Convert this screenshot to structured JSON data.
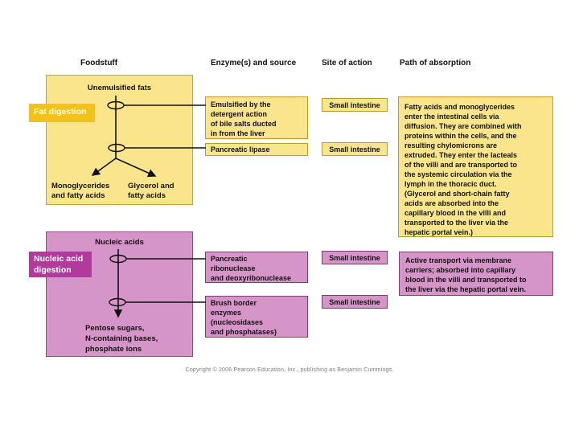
{
  "headers": {
    "foodstuff": "Foodstuff",
    "enzymes": "Enzyme(s) and source",
    "site": "Site of action",
    "path": "Path of absorption"
  },
  "fat_section": {
    "label": "Fat digestion",
    "substrate": "Unemulsified fats",
    "product_left": "Monoglycerides\nand fatty acids",
    "product_right": "Glycerol and\nfatty acids",
    "enzyme1": "Emulsified by the\ndetergent action\nof bile salts ducted\nin from the liver",
    "enzyme2": "Pancreatic lipase",
    "site1": "Small intestine",
    "site2": "Small intestine",
    "absorption": "Fatty acids and monoglycerides\nenter the intestinal cells via\ndiffusion. They are combined with\nproteins within the cells, and the\nresulting chylomicrons are\nextruded. They enter the lacteals\nof the villi and are transported to\nthe systemic circulation via the\nlymph in the thoracic duct.\n(Glycerol and short-chain fatty\nacids are absorbed into the\ncapillary blood in the villi and\ntransported to the liver via the\nhepatic portal vein.)"
  },
  "nucleic_section": {
    "label": "Nucleic acid\ndigestion",
    "substrate": "Nucleic acids",
    "products": "Pentose sugars,\nN-containing bases,\nphosphate ions",
    "enzyme1": "Pancreatic\nribonuclease\nand deoxyribonuclease",
    "enzyme2": "Brush border\nenzymes\n(nucleosidases\nand phosphatases)",
    "site1": "Small intestine",
    "site2": "Small intestine",
    "absorption": "Active transport via membrane\ncarriers; absorbed into capillary\nblood in the villi and transported to\nthe liver via the hepatic portal vein."
  },
  "footer": {
    "copyright": "Copyright © 2006 Pearson Education, Inc., publishing as Benjamin Cummings."
  },
  "colors": {
    "yellow_fill": "#FAE58C",
    "yellow_border": "#CFA22E",
    "fat_label_bg": "#F2C11C",
    "pink_fill": "#D695C9",
    "pink_border": "#94478C",
    "nucleic_label_bg": "#B13A9D",
    "line_color": "#111111"
  }
}
